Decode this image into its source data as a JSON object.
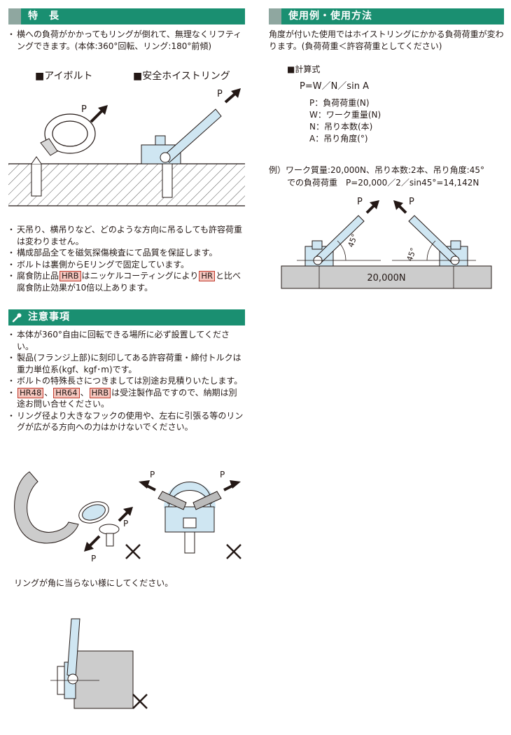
{
  "left": {
    "features": {
      "header": "特　長",
      "intro": "横への負荷がかかってもリングが倒れて、無理なくリフティングできます。(本体:360°回転、リング:180°前傾)",
      "fig_label_eyebolt": "■アイボルト",
      "fig_label_hoist": "■安全ホイストリング",
      "fig_p1": "P",
      "fig_p2": "P",
      "bullets": [
        "天吊り、横吊りなど、どのような方向に吊るしても許容荷重は変わりません。",
        "構成部品全てを磁気探傷検査にて品質を保証します。",
        "ボルトは裏側からEリングで固定しています。"
      ],
      "corrosion": {
        "prefix": "腐食防止品",
        "tag1": "HRB",
        "mid": "はニッケルコーティングにより",
        "tag2": "HR",
        "suffix": "と比べ腐食防止効果が10倍以上あります。"
      }
    },
    "cautions": {
      "header": "注意事項",
      "bullets": [
        "本体が360°自由に回転できる場所に必ず設置してください。",
        "製品(フランジ上部)に刻印してある許容荷重・締付トルクは重力単位系(kgf、kgf･m)です。",
        "ボルトの特殊長さにつきましては別途お見積りいたします。"
      ],
      "custom": {
        "tag1": "HR48",
        "tag2": "HR64",
        "tag3": "HRB",
        "text": "は受注製作品ですので、納期は別途お問い合せください。",
        "sep": "、"
      },
      "last_bullet": "リング径より大きなフックの使用や、左右に引張る等のリングが広がる方向への力はかけないでください。",
      "fig_p_hook1": "P",
      "fig_p_hook2": "P",
      "fig_p_spread1": "P",
      "fig_p_spread2": "P",
      "corner_note": "リングが角に当らない様にしてください。"
    }
  },
  "right": {
    "usage": {
      "header": "使用例・使用方法",
      "intro": "角度が付いた使用ではホイストリングにかかる負荷荷重が変わります。(負荷荷重＜許容荷重としてください)",
      "formula_title": "■計算式",
      "formula": "P=W／N／sin A",
      "legend": [
        "P：負荷荷重(N)",
        "W：ワーク重量(N)",
        "N：吊り本数(本)",
        "A：吊り角度(°)"
      ],
      "example_line1": "例）ワーク質量:20,000N、吊り本数:2本、吊り角度:45°",
      "example_line2": "での負荷荷重　P=20,000／2／sin45°=14,142N",
      "fig_p_left": "P",
      "fig_p_right": "P",
      "angle_left": "45°",
      "angle_right": "45°",
      "workpiece_label": "20,000N"
    }
  },
  "colors": {
    "header_green": "#1a8f71",
    "header_tab": "#8fa7a0",
    "ring_blue": "#cfe6f2",
    "tag_fill": "#f4c6be",
    "tag_border": "#c0392b"
  }
}
